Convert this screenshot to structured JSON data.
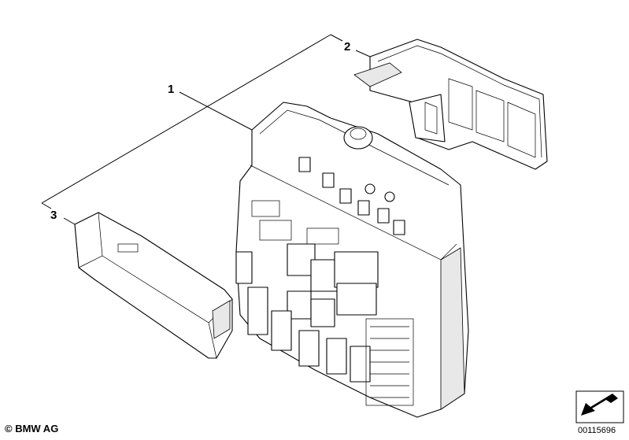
{
  "diagram": {
    "callouts": [
      {
        "id": "1",
        "label": "1"
      },
      {
        "id": "2",
        "label": "2"
      },
      {
        "id": "3",
        "label": "3"
      }
    ]
  },
  "footer": {
    "copyright": "© BMW AG",
    "document_number": "00115696"
  },
  "icons": [
    "copyright-icon",
    "direction-arrow-icon"
  ]
}
